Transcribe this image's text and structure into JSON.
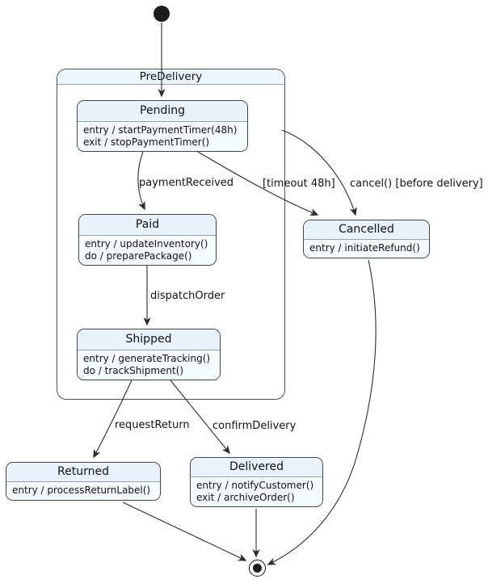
{
  "diagram": {
    "kind": "uml-state-machine",
    "background": "#ffffff",
    "state_header_fill": "#e9f1fb",
    "state_body_fill": "#f5fafd",
    "state_border": "#3e464d",
    "arrow_color": "#2d2d2d"
  },
  "composite": {
    "name": "PreDelivery"
  },
  "states": {
    "pending": {
      "name": "Pending",
      "lines": [
        "entry / startPaymentTimer(48h)",
        "exit / stopPaymentTimer()"
      ]
    },
    "paid": {
      "name": "Paid",
      "lines": [
        "entry / updateInventory()",
        "do / preparePackage()"
      ]
    },
    "shipped": {
      "name": "Shipped",
      "lines": [
        "entry / generateTracking()",
        "do / trackShipment()"
      ]
    },
    "cancelled": {
      "name": "Cancelled",
      "lines": [
        "entry / initiateRefund()"
      ]
    },
    "returned": {
      "name": "Returned",
      "lines": [
        "entry / processReturnLabel()"
      ]
    },
    "delivered": {
      "name": "Delivered",
      "lines": [
        "entry / notifyCustomer()",
        "exit / archiveOrder()"
      ]
    }
  },
  "transitions": {
    "payment_received": "paymentReceived",
    "timeout": "[timeout 48h]",
    "cancel": "cancel() [before delivery]",
    "dispatch": "dispatchOrder",
    "request_return": "requestReturn",
    "confirm_delivery": "confirmDelivery"
  }
}
